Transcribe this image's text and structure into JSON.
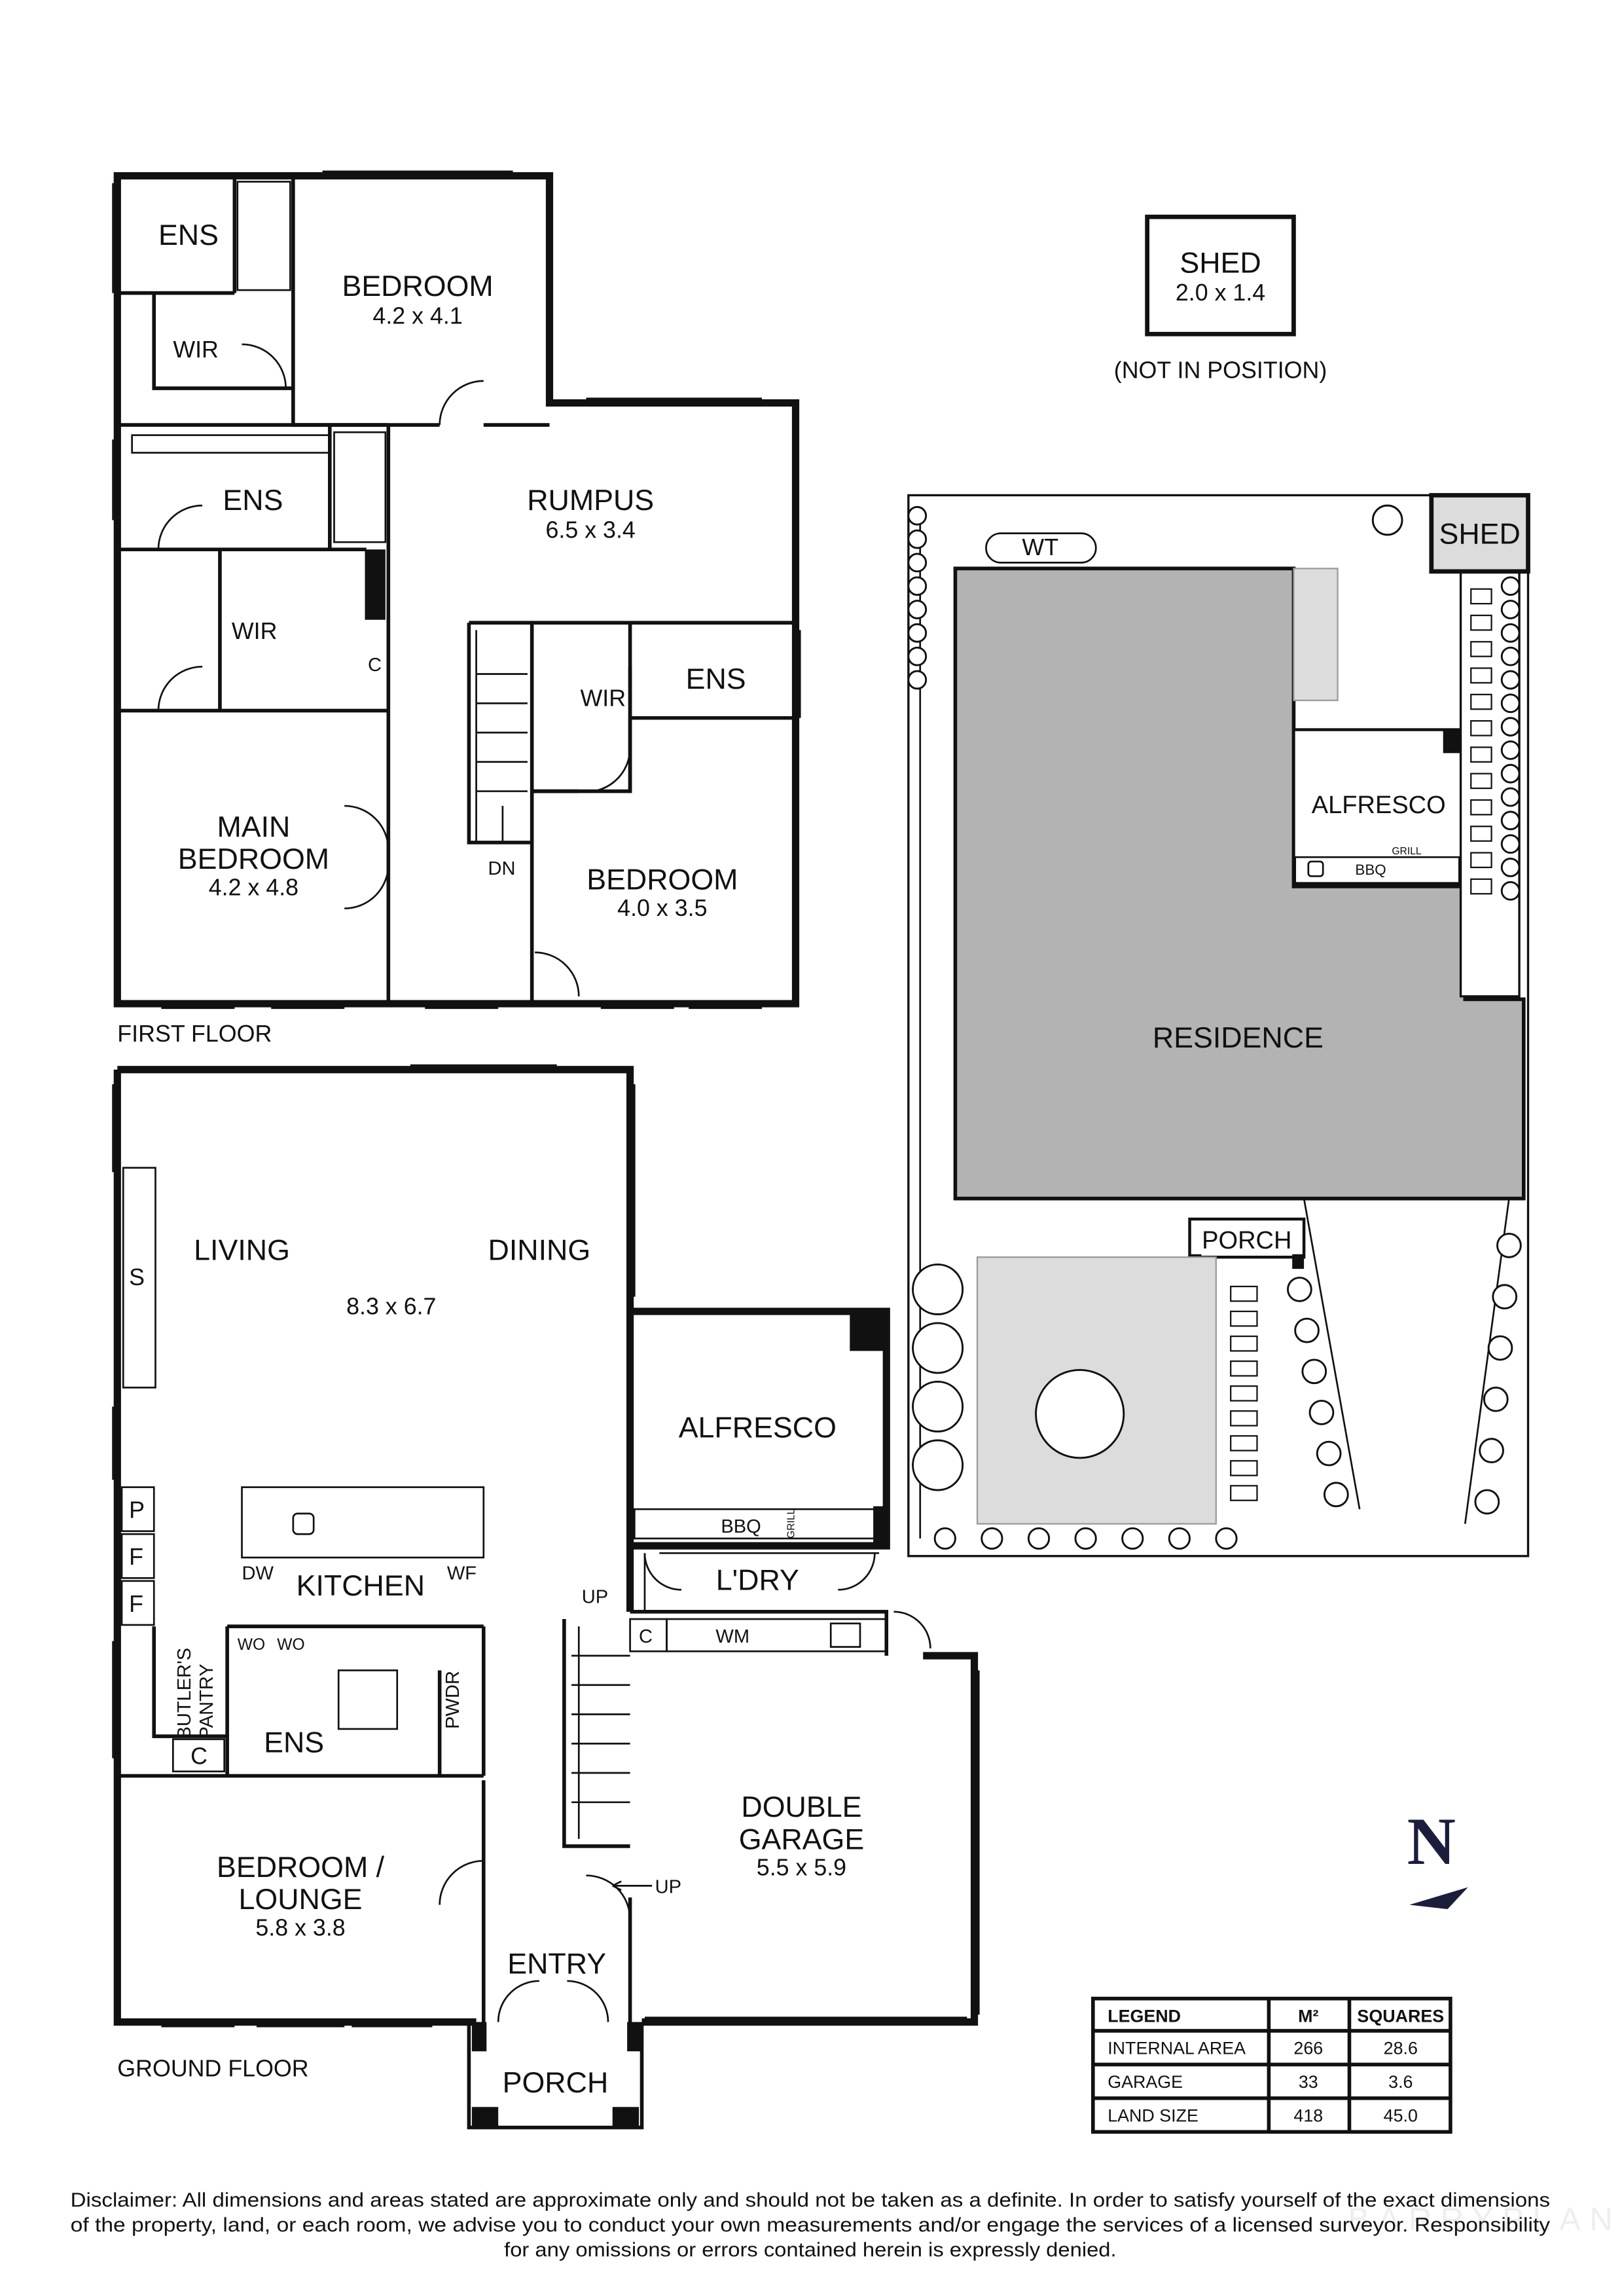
{
  "first_floor": {
    "label": "FIRST FLOOR",
    "rooms": [
      {
        "name": "ENS"
      },
      {
        "name": "BEDROOM",
        "dim": "4.2 x 4.1"
      },
      {
        "name": "WIR"
      },
      {
        "name": "ENS"
      },
      {
        "name": "RUMPUS",
        "dim": "6.5 x 3.4"
      },
      {
        "name": "WIR"
      },
      {
        "name": "C"
      },
      {
        "name": "WIR"
      },
      {
        "name": "ENS"
      },
      {
        "name": "MAIN",
        "name2": "BEDROOM",
        "dim": "4.2 x 4.8"
      },
      {
        "name": "BEDROOM",
        "dim": "4.0 x 3.5"
      }
    ],
    "stair_label": "DN"
  },
  "ground_floor": {
    "label": "GROUND FLOOR",
    "living": "LIVING",
    "dining": "DINING",
    "living_dim": "8.3 x 6.7",
    "s_label": "S",
    "pantry": [
      "P",
      "F",
      "F"
    ],
    "kitchen": "KITCHEN",
    "dw": "DW",
    "wf": "WF",
    "wo": [
      "WO",
      "WO"
    ],
    "butlers_pantry": [
      "BUTLER'S",
      "PANTRY"
    ],
    "c_label": "C",
    "ens": "ENS",
    "pwdr": "PWDR",
    "alfresco": "ALFRESCO",
    "bbq": "BBQ",
    "grill": "GRILL",
    "ldry": "L'DRY",
    "wm": "WM",
    "ldry_c": "C",
    "up1": "UP",
    "up2": "UP",
    "bedroom_lounge": [
      "BEDROOM /",
      "LOUNGE"
    ],
    "bedroom_lounge_dim": "5.8 x 3.8",
    "entry": "ENTRY",
    "porch": "PORCH",
    "garage": [
      "DOUBLE",
      "GARAGE"
    ],
    "garage_dim": "5.5 x 5.9"
  },
  "shed_detail": {
    "name": "SHED",
    "dim": "2.0 x 1.4",
    "note": "(NOT IN POSITION)"
  },
  "site_plan": {
    "wt": "WT",
    "shed": "SHED",
    "alfresco": "ALFRESCO",
    "grill": "GRILL",
    "bbq": "BBQ",
    "residence": "RESIDENCE",
    "porch": "PORCH",
    "residence_color": "#b3b3b3",
    "garden_color": "#dcdcdc"
  },
  "north": {
    "label": "N"
  },
  "legend": {
    "headers": [
      "LEGEND",
      "M²",
      "SQUARES"
    ],
    "rows": [
      [
        "INTERNAL AREA",
        "266",
        "28.6"
      ],
      [
        "GARAGE",
        "33",
        "3.6"
      ],
      [
        "LAND SIZE",
        "418",
        "45.0"
      ]
    ]
  },
  "disclaimer": {
    "line1": "Disclaimer: All dimensions and areas stated are approximate only and should not be taken as a definite. In order to satisfy yourself of the exact dimensions",
    "line2": "of the property, land, or each room, we advise you to conduct your own measurements and/or engage the services of a licensed surveyor. Responsibility",
    "line3": "for any omissions or errors contained herein is expressly denied."
  },
  "watermark": "BARRYPLANT"
}
